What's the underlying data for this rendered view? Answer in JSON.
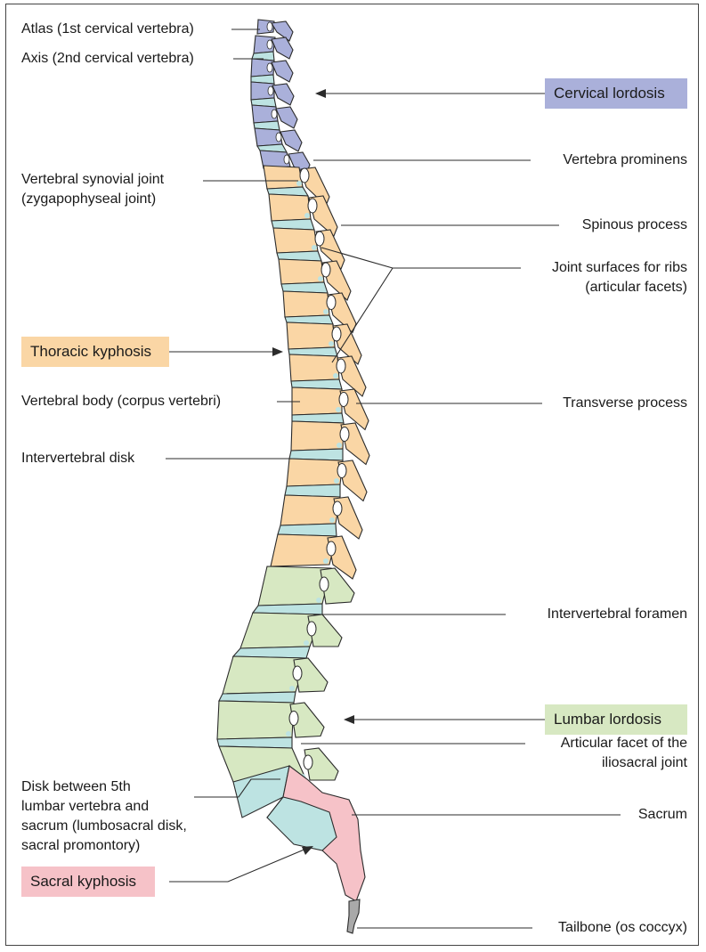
{
  "colors": {
    "cervical": "#aab0da",
    "thoracic": "#fad6a5",
    "lumbar": "#d7e8c2",
    "sacral": "#f6c2c8",
    "disk": "#bde3e2",
    "coccyx": "#a9a9a9",
    "outline": "#2b2b2b"
  },
  "labels": {
    "atlas": "Atlas (1st cervical vertebra)",
    "axis": "Axis (2nd cervical vertebra)",
    "synovial_joint_1": "Vertebral synovial joint",
    "synovial_joint_2": "(zygapophyseal joint)",
    "vertebral_body": "Vertebral body (corpus vertebri)",
    "intervertebral_disk": "Intervertebral disk",
    "lumbosacral_1": "Disk between 5th",
    "lumbosacral_2": "lumbar vertebra and",
    "lumbosacral_3": "sacrum (lumbosacral disk,",
    "lumbosacral_4": "sacral promontory)",
    "vertebra_prominens": "Vertebra prominens",
    "spinous_process": "Spinous process",
    "joint_surfaces_1": "Joint surfaces for ribs",
    "joint_surfaces_2": "(articular facets)",
    "transverse_process": "Transverse process",
    "intervertebral_foramen": "Intervertebral foramen",
    "iliosacral_1": "Articular facet of the",
    "iliosacral_2": "iliosacral joint",
    "sacrum": "Sacrum",
    "tailbone": "Tailbone (os coccyx)"
  },
  "regions": {
    "cervical": "Cervical lordosis",
    "thoracic": "Thoracic kyphosis",
    "lumbar": "Lumbar lordosis",
    "sacral": "Sacral kyphosis"
  }
}
